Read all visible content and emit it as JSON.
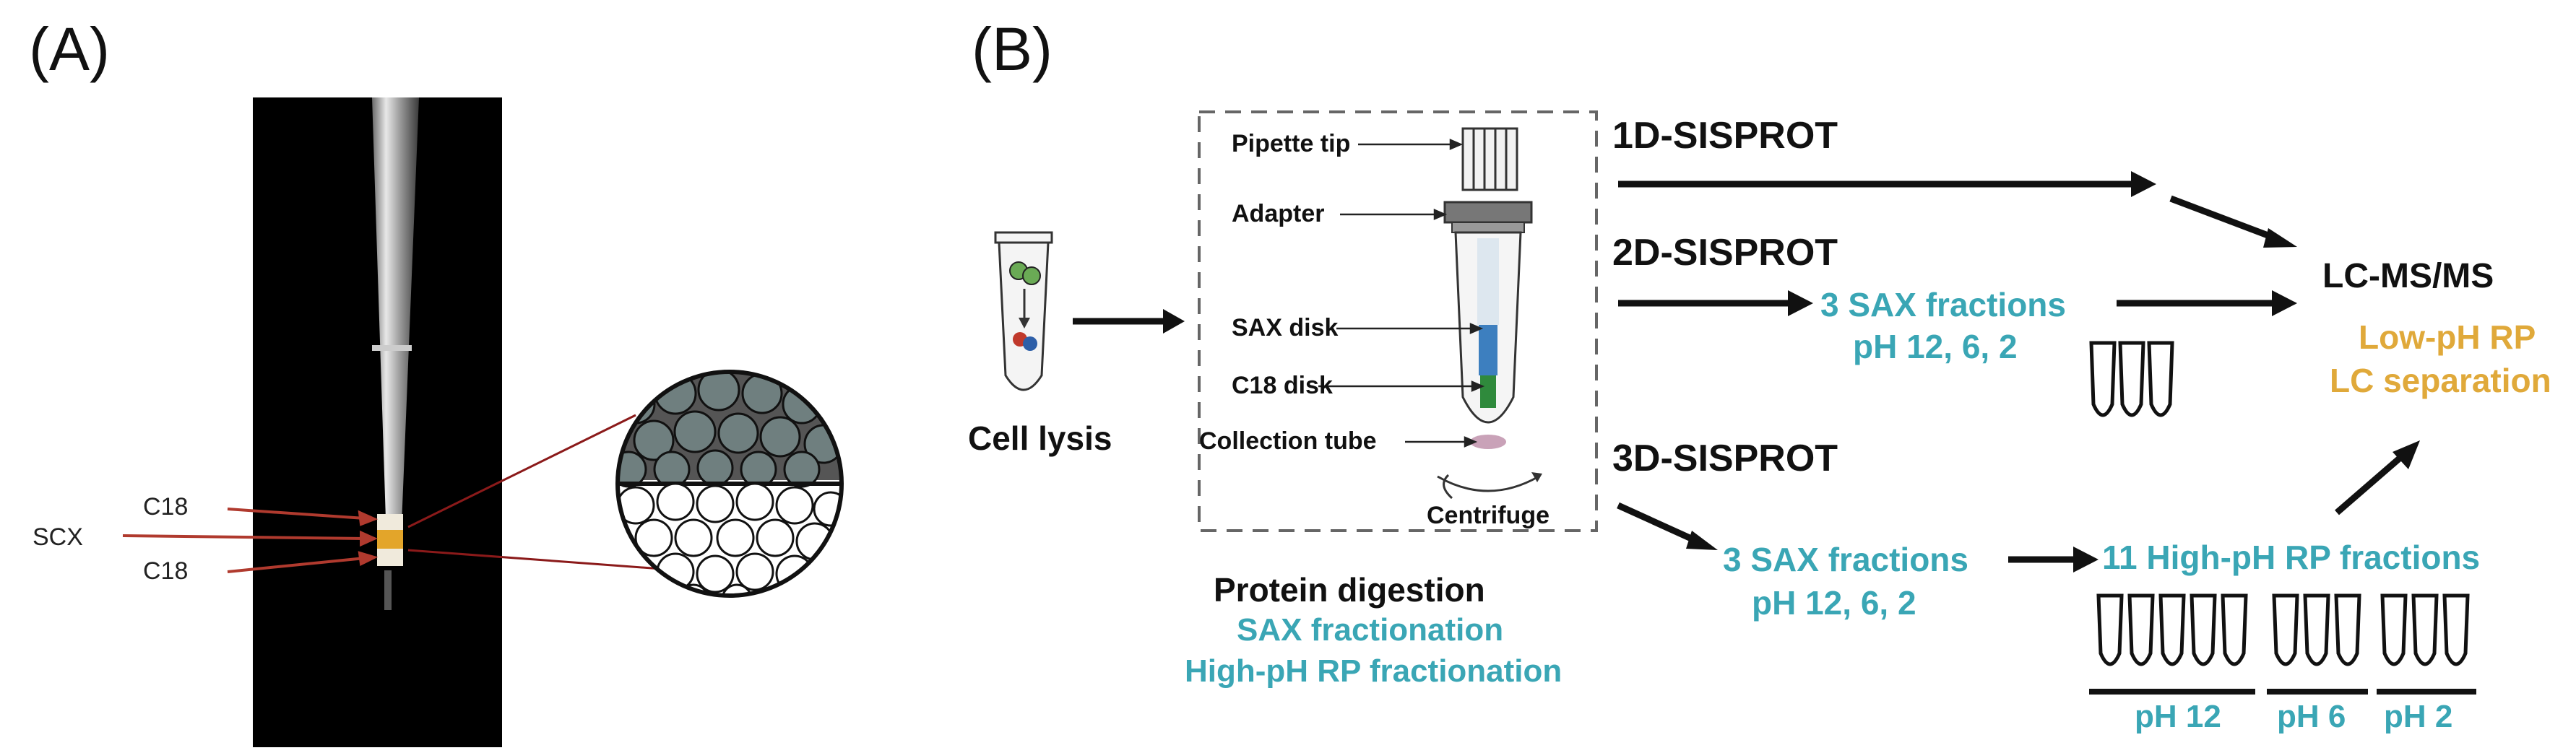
{
  "panel_a": {
    "label": "(A)",
    "callouts": {
      "c18_top": "C18",
      "scx": "SCX",
      "c18_bottom": "C18"
    }
  },
  "panel_b": {
    "label": "(B)",
    "cell_lysis": "Cell lysis",
    "device_labels": {
      "pipette_tip": "Pipette tip",
      "adapter": "Adapter",
      "sax_disk": "SAX disk",
      "c18_disk": "C18 disk",
      "collection_tube": "Collection tube",
      "centrifuge": "Centrifuge"
    },
    "steps": {
      "protein_digestion": "Protein digestion",
      "sax_fractionation": "SAX fractionation",
      "high_ph_rp_fractionation": "High-pH RP fractionation"
    },
    "routes": {
      "one_d": "1D-SISPROT",
      "two_d": "2D-SISPROT",
      "three_d": "3D-SISPROT"
    },
    "two_d_fractions": {
      "title": "3 SAX fractions",
      "ph": "pH 12, 6, 2"
    },
    "three_d_fractions": {
      "title": "3 SAX fractions",
      "ph": "pH 12, 6, 2"
    },
    "high_ph": {
      "title": "11 High-pH RP fractions",
      "groups": [
        "pH 12",
        "pH 6",
        "pH 2"
      ]
    },
    "output": {
      "title": "LC-MS/MS",
      "line1": "Low-pH RP",
      "line2": "LC separation"
    },
    "colors": {
      "teal": "#3aa6b5",
      "gold": "#e0a93a",
      "black": "#111111"
    }
  }
}
